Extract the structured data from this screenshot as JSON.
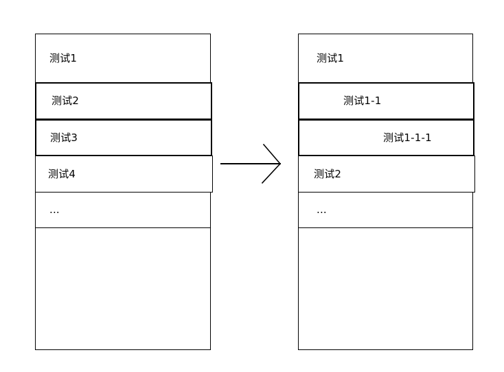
{
  "diagram": {
    "type": "before-after-transformation",
    "description": "Flat list transformed into an indented hierarchical list",
    "stroke_color": "#000000",
    "background_color": "#ffffff"
  },
  "before_panel": {
    "name": "flat-list",
    "rows": [
      {
        "label": "测试1",
        "indent_level": 0
      },
      {
        "label": "测试2",
        "indent_level": 0
      },
      {
        "label": "测试3",
        "indent_level": 0
      },
      {
        "label": "测试4",
        "indent_level": 0
      },
      {
        "label": "...",
        "indent_level": 0
      }
    ]
  },
  "after_panel": {
    "name": "hierarchical-list",
    "rows": [
      {
        "label": "测试1",
        "indent_level": 0
      },
      {
        "label": "测试1-1",
        "indent_level": 1
      },
      {
        "label": "测试1-1-1",
        "indent_level": 2
      },
      {
        "label": "测试2",
        "indent_level": 0
      },
      {
        "label": "...",
        "indent_level": 0
      }
    ]
  },
  "arrow": {
    "name": "transformation-arrow",
    "direction": "right"
  }
}
